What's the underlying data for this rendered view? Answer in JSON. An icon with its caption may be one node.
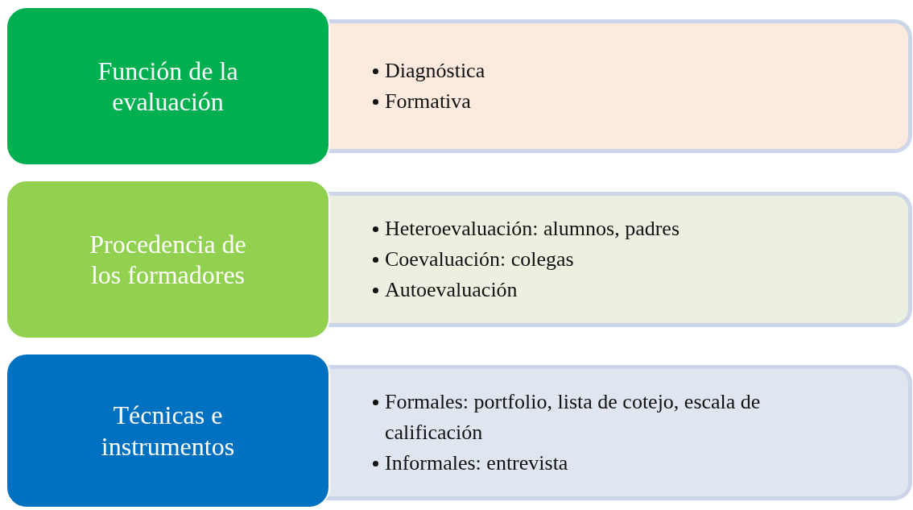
{
  "diagram": {
    "nodes": [
      {
        "text": [
          "Función de la evaluación"
        ]
      },
      {
        "text": [
          "Diagnóstica",
          "Formativa"
        ]
      },
      {
        "text": [
          "Procedencia de los formadores"
        ]
      },
      {
        "text": [
          "Heteroevaluación: alumnos, padres",
          "Coevaluación: colegas",
          "Autoevaluación"
        ]
      },
      {
        "text": [
          "Técnicas e instrumentos"
        ]
      },
      {
        "text": [
          "Formales: portfolio, lista de cotejo, escala de calificación",
          "Informales: entrevista"
        ]
      }
    ]
  }
}
